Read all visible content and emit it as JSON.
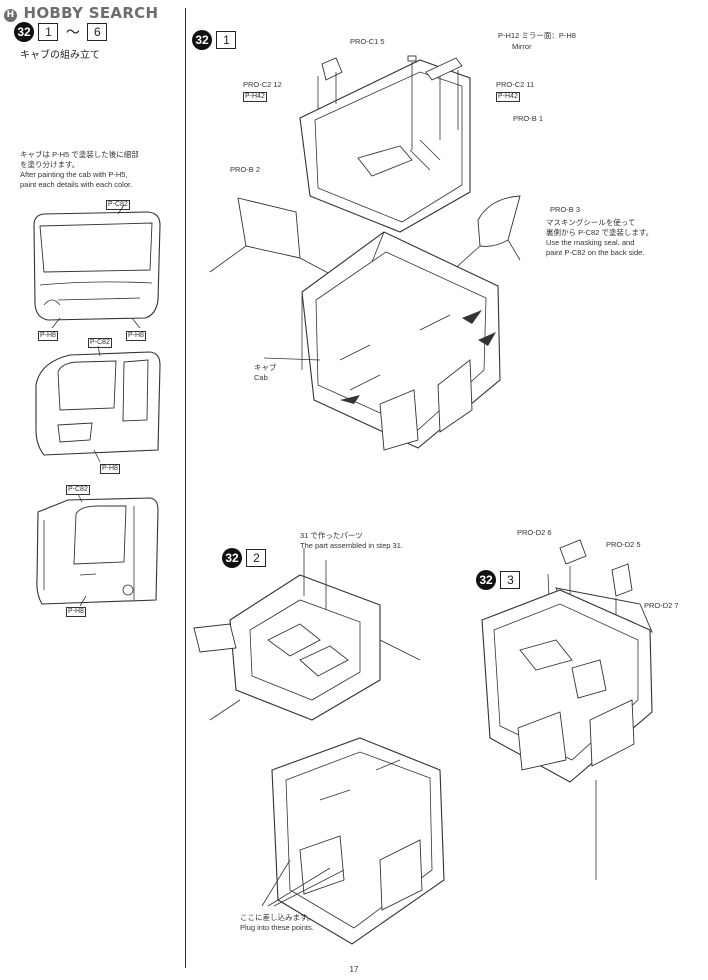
{
  "watermark": {
    "icon": "hobby-search-logo-icon",
    "text": "HOBBY SEARCH"
  },
  "left_panel": {
    "step": "32",
    "range_from": "1",
    "range_to": "6",
    "tilde": "～",
    "title_jp": "キャブの組み立て",
    "note_jp_line1": "キャブは P-H5 で塗装した後に細部",
    "note_jp_line2": "を塗り分けます。",
    "note_en_line1": "After painting the cab with P-H5,",
    "note_en_line2": "paint each details with each color.",
    "paint_labels": {
      "front_top": "P-C82",
      "front_left": "P-H8",
      "front_right": "P-H8",
      "side_a_top": "P-C82",
      "side_a_bottom": "P-H8",
      "side_b_top": "P-C82",
      "side_b_bottom": "P-H8"
    }
  },
  "step1": {
    "step": "32",
    "sub": "1",
    "pro_c1": "PRO-C1 5",
    "mirror_jp": "P-H12 ミラー面：P-H8",
    "mirror_en": "Mirror",
    "pro_c2_left": "PRO-C2 12",
    "pro_c2_left_paint": "P-H42",
    "pro_c2_right": "PRO-C2 11",
    "pro_c2_right_paint": "P-H42",
    "pro_b1": "PRO-B 1",
    "pro_b2": "PRO-B 2",
    "pro_b3": "PRO-B 3",
    "masking_jp_line1": "マスキングシールを使って",
    "masking_jp_line2": "裏側から P-C82 で塗装します。",
    "masking_en_line1": "Use the masking seal, and",
    "masking_en_line2": "paint P-C82 on the back side.",
    "cab_jp": "キャブ",
    "cab_en": "Cab"
  },
  "step2": {
    "step": "32",
    "sub": "2",
    "made_jp": "31 で作ったパーツ",
    "made_en": "The part assembled in step 31.",
    "plug_jp": "ここに差し込みます。",
    "plug_en": "Plug into these points."
  },
  "step3": {
    "step": "32",
    "sub": "3",
    "pro_d2_6": "PRO-D2 6",
    "pro_d2_5": "PRO-D2 5",
    "pro_d2_7": "PRO-D2 7"
  },
  "page_number": "17"
}
